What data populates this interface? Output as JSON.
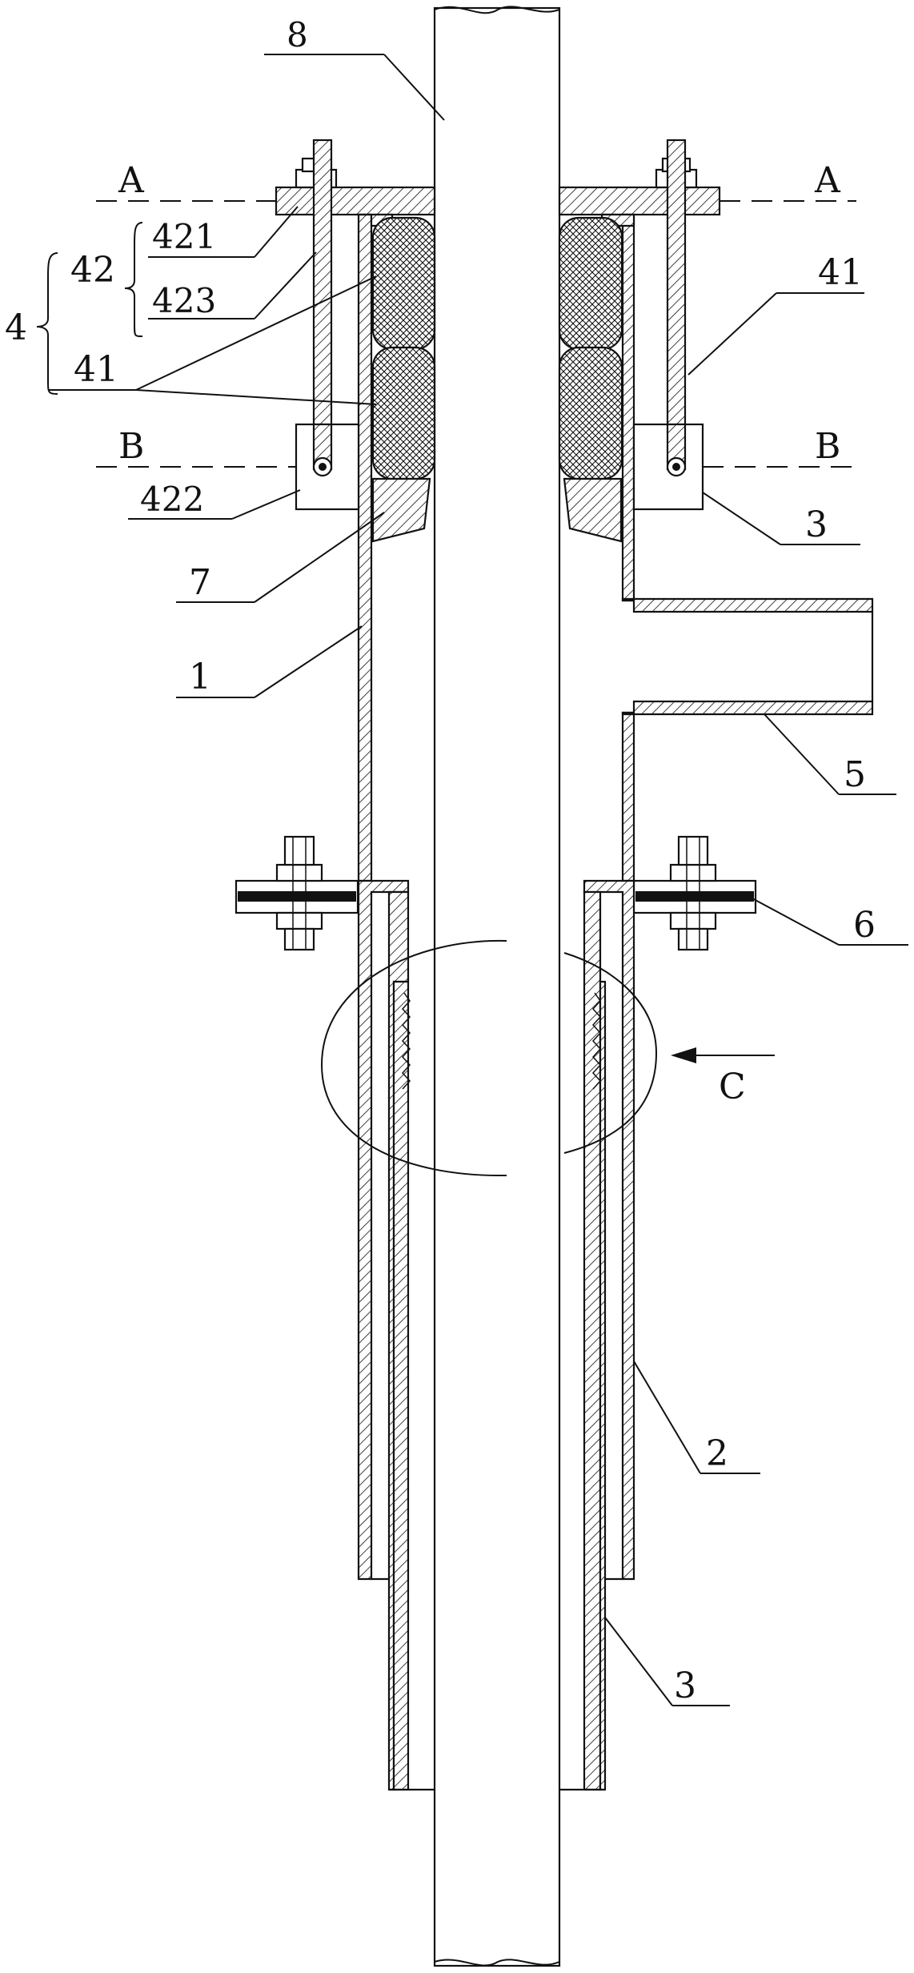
{
  "diagram": {
    "callouts": {
      "c8": "8",
      "c421": "421",
      "c42": "42",
      "c423": "423",
      "c4": "4",
      "c41_left": "41",
      "c41_right": "41",
      "c422": "422",
      "c7": "7",
      "c1": "1",
      "c3_upper": "3",
      "c5": "5",
      "c6": "6",
      "c2": "2",
      "c3_lower": "3"
    },
    "section_marks": {
      "a_left": "A",
      "a_right": "A",
      "b_left": "B",
      "b_right": "B"
    },
    "detail_mark": "C"
  }
}
